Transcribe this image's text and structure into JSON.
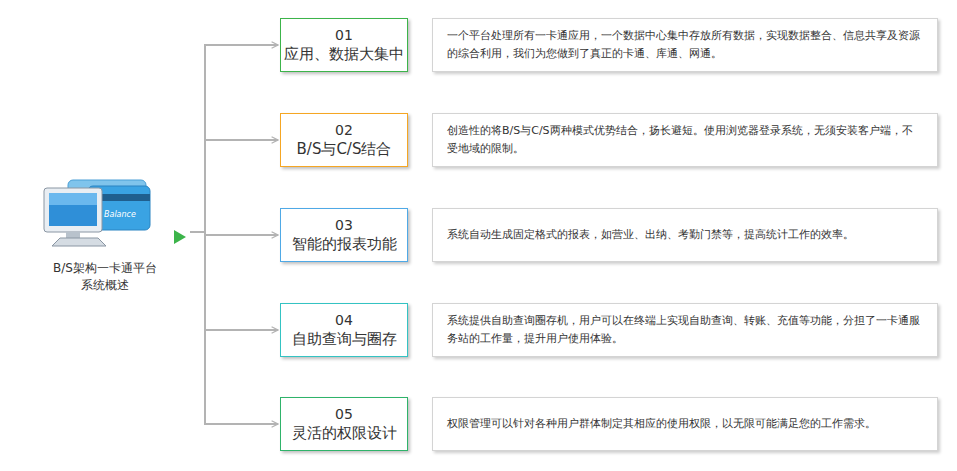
{
  "diagram": {
    "nodes": [
      {
        "text": [
          "B/S架构一卡通平台 系统概述"
        ]
      },
      {
        "text": [
          "01",
          "应用、数据大集中"
        ]
      },
      {
        "text": [
          "一个平台处理所有一卡通应用，一个数据中心集中存放所有数据，实现数据整合、信息共享及资源的综合利用，我们为您做到了真正的卡通、库通、网通。"
        ]
      },
      {
        "text": [
          "02",
          "B/S与C/S结合"
        ]
      },
      {
        "text": [
          "创造性的将B/S与C/S两种模式优势结合，扬长避短。使用浏览器登录系统，无须安装客户端，不受地域的限制。"
        ]
      },
      {
        "text": [
          "03",
          "智能的报表功能"
        ]
      },
      {
        "text": [
          "系统自动生成固定格式的报表，如营业、出纳、考勤门禁等，提高统计工作的效率。"
        ]
      },
      {
        "text": [
          "04",
          "自助查询与圈存"
        ]
      },
      {
        "text": [
          "系统提供自助查询圈存机，用户可以在终端上实现自助查询、转账、充值等功能，分担了一卡通服务站的工作量，提升用户使用体验。"
        ]
      },
      {
        "text": [
          "05",
          "灵活的权限设计"
        ]
      },
      {
        "text": [
          "权限管理可以针对各种用户群体制定其相应的使用权限，以无限可能满足您的工作需求。"
        ]
      }
    ],
    "edges": [
      {
        "from": 0,
        "to": 1,
        "arrow": "to"
      },
      {
        "from": 0,
        "to": 3,
        "arrow": "to"
      },
      {
        "from": 0,
        "to": 5,
        "arrow": "to"
      },
      {
        "from": 0,
        "to": 7,
        "arrow": "to"
      },
      {
        "from": 0,
        "to": 9,
        "arrow": "to"
      }
    ],
    "labels": [
      "Balance"
    ]
  }
}
